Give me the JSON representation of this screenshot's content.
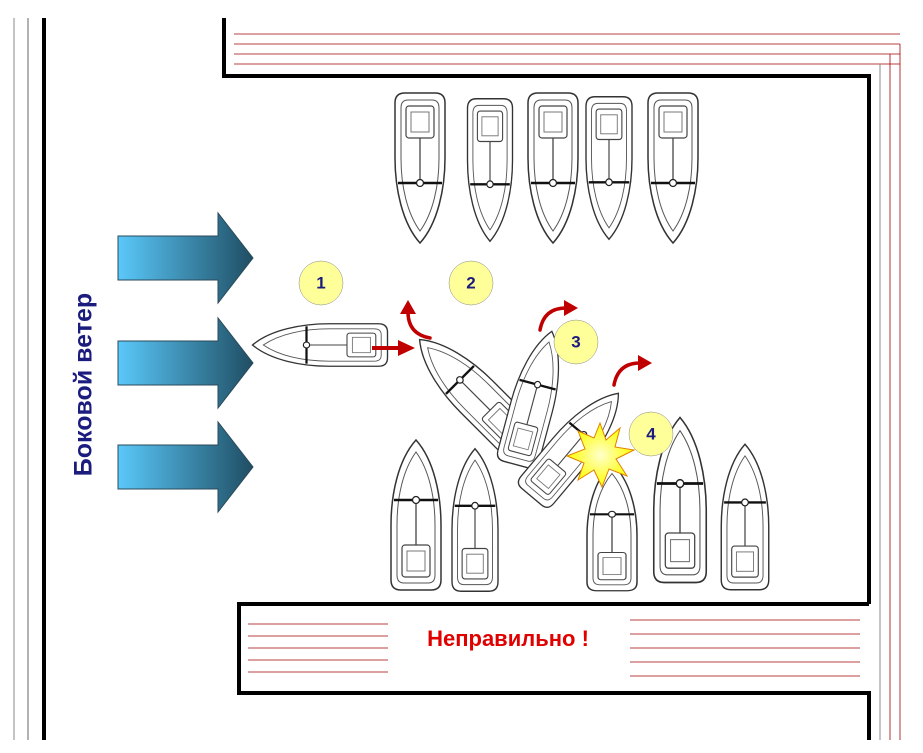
{
  "wind_label": "Боковой ветер",
  "status_label": "Неправильно !",
  "steps": [
    "1",
    "2",
    "3",
    "4"
  ],
  "colors": {
    "wind_arrow_light": "#5ac8fa",
    "wind_arrow_dark": "#1f4e63",
    "step_circle": "#ffff99",
    "label_text": "#1c1c7e",
    "status_text": "#e00000",
    "motion_arrow": "#c00000",
    "collision": "#ffff00",
    "pier_lines": "#a00000"
  },
  "icons": {
    "wind": "wind-arrow-icon",
    "boat": "sailboat-icon",
    "turn": "curved-arrow-icon",
    "collision": "collision-star-icon"
  }
}
